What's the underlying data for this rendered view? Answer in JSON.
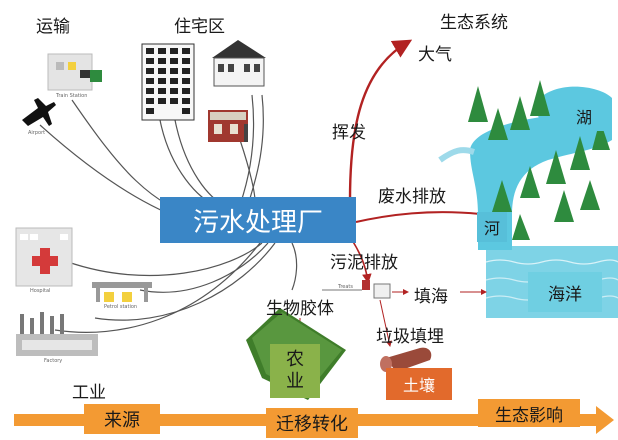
{
  "labels": {
    "transport": "运输",
    "residential": "住宅区",
    "ecosystem": "生态系统",
    "atmosphere": "大气",
    "volatilize": "挥发",
    "wastewater_discharge": "废水排放",
    "wwtp": "污水处理厂",
    "sludge_discharge": "污泥排放",
    "bio_colloid": "生物胶体",
    "landfill": "垃圾填埋",
    "sea_reclaim": "填海",
    "industry": "工业",
    "agriculture_1": "农",
    "agriculture_2": "业",
    "soil": "土壤",
    "ocean": "海洋",
    "lake": "湖",
    "river": "河"
  },
  "small_labels": {
    "train_station": "Train Station",
    "airport": "Airport",
    "hospital": "Hospital",
    "petrol_station": "Petrol station",
    "factory": "Factory",
    "treats": "Treats"
  },
  "flow_bar": {
    "source": "来源",
    "transfer": "迁移转化",
    "eco_impact": "生态影响"
  },
  "colors": {
    "wwtp_box": "#3a86c6",
    "arrow_red": "#b22222",
    "flow_bar": "#f39a33",
    "soil": "#e26a2c",
    "agriculture": "#8ab24a",
    "water": "#5cc8e0",
    "tree": "#2e8b3e"
  },
  "icons": [
    "train-station-icon",
    "airport-icon",
    "apartment-building-icon",
    "house-icon",
    "shop-icon",
    "hospital-icon",
    "petrol-station-icon",
    "factory-icon",
    "tree-icon",
    "sludge-tank-icon",
    "pipe-icon"
  ]
}
